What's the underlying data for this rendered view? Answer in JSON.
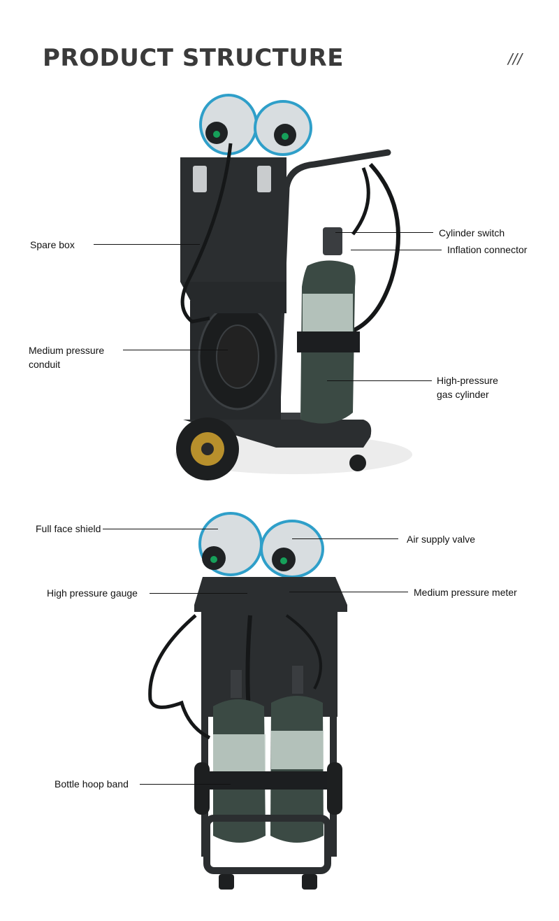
{
  "header": {
    "title": "PRODUCT STRUCTURE",
    "decoration": "///"
  },
  "colors": {
    "frame": "#2b2e30",
    "cylinder_body": "#3b4a44",
    "cylinder_label": "#c9d6cf",
    "mask_rim": "#2f9fc9",
    "wheel_hub": "#b8902c",
    "shadow": "#e6e6e6"
  },
  "diagram_top": {
    "image_description_icon": "air-respirator-cart-side-view",
    "labels": {
      "spare_box": "Spare box",
      "cylinder_switch": "Cylinder switch",
      "inflation_connector": "Inflation connector",
      "medium_pressure_conduit": "Medium pressure conduit",
      "high_pressure_cylinder": "High-pressure gas cylinder"
    }
  },
  "diagram_bottom": {
    "image_description_icon": "air-respirator-cart-rear-view",
    "labels": {
      "full_face_shield": "Full face shield",
      "air_supply_valve": "Air supply valve",
      "high_pressure_gauge": "High pressure gauge",
      "medium_pressure_meter": "Medium pressure meter",
      "bottle_hoop_band": "Bottle hoop band"
    }
  }
}
